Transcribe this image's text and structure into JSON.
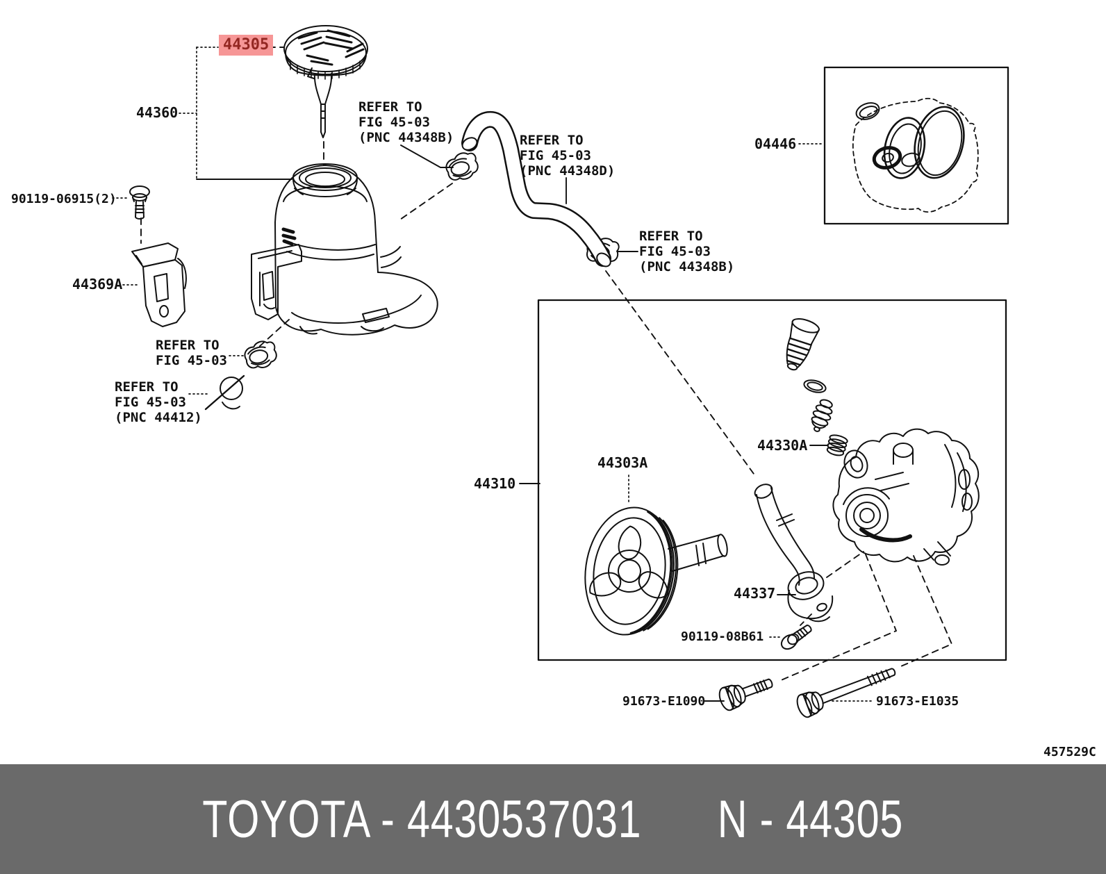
{
  "labels": {
    "l44305": "44305",
    "l44360": "44360",
    "l90119_06915": "90119-06915(2)",
    "l44369A": "44369A",
    "l04446": "04446",
    "l44310": "44310",
    "l44303A": "44303A",
    "l44330A": "44330A",
    "l44337": "44337",
    "l90119_08B61": "90119-08B61",
    "l91673_E1090": "91673-E1090",
    "l91673_E1035": "91673-E1035",
    "sheet_code": "457529C"
  },
  "notes": {
    "cap_clamp": {
      "line1": "REFER TO",
      "line2": "FIG 45-03",
      "line3": "(PNC 44348B)"
    },
    "hose_top": {
      "line1": "REFER TO",
      "line2": "FIG 45-03",
      "line3": "(PNC 44348D)"
    },
    "hose_bottom": {
      "line1": "REFER TO",
      "line2": "FIG 45-03",
      "line3": "(PNC 44348B)"
    },
    "tank_clamp": {
      "line1": "REFER TO",
      "line2": "FIG 45-03"
    },
    "tank_ring": {
      "line1": "REFER TO",
      "line2": "FIG 45-03",
      "line3": "(PNC 44412)"
    }
  },
  "footer": {
    "left": "TOYOTA - 4430537031",
    "right": "N - 44305"
  },
  "colors": {
    "highlight_bg": "#F69696",
    "highlight_fg": "#932722",
    "line": "#111111",
    "footer_bg": "#6A6A6A",
    "footer_fg": "#FFFFFF"
  }
}
